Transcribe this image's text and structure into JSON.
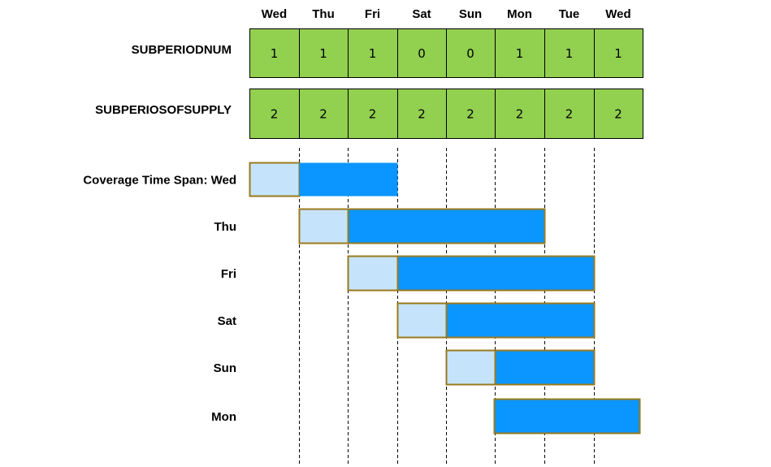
{
  "days": [
    "Wed",
    "Thu",
    "Fri",
    "Sat",
    "Sun",
    "Mon",
    "Tue",
    "Wed"
  ],
  "rows": [
    {
      "label": "SUBPERIODNUM",
      "values": [
        "1",
        "1",
        "1",
        "0",
        "0",
        "1",
        "1",
        "1"
      ]
    },
    {
      "label": "SUBPERIOSOFSUPPLY",
      "values": [
        "2",
        "2",
        "2",
        "2",
        "2",
        "2",
        "2",
        "2"
      ]
    }
  ],
  "coverage": [
    {
      "label": "Coverage Time Span: Wed",
      "light_start": 0,
      "light_end": 1,
      "dark_start": 1,
      "dark_end": 3,
      "bordered": false
    },
    {
      "label": "Thu",
      "light_start": 1,
      "light_end": 2,
      "dark_start": 2,
      "dark_end": 6,
      "bordered": true
    },
    {
      "label": "Fri",
      "light_start": 2,
      "light_end": 3,
      "dark_start": 3,
      "dark_end": 7,
      "bordered": true
    },
    {
      "label": "Sat",
      "light_start": 3,
      "light_end": 4,
      "dark_start": 4,
      "dark_end": 7,
      "bordered": true
    },
    {
      "label": "Sun",
      "light_start": 4,
      "light_end": 5,
      "dark_start": 5,
      "dark_end": 7,
      "bordered": true
    },
    {
      "label": "Mon",
      "light_start": null,
      "light_end": null,
      "dark_start": 5,
      "dark_end": 8,
      "bordered": true
    }
  ],
  "colors": {
    "cell_fill": "#92d050",
    "light_bar": "#c5e4fb",
    "dark_bar": "#0a95ff",
    "bar_border": "#9a7a1c",
    "grid_line": "#000000"
  }
}
